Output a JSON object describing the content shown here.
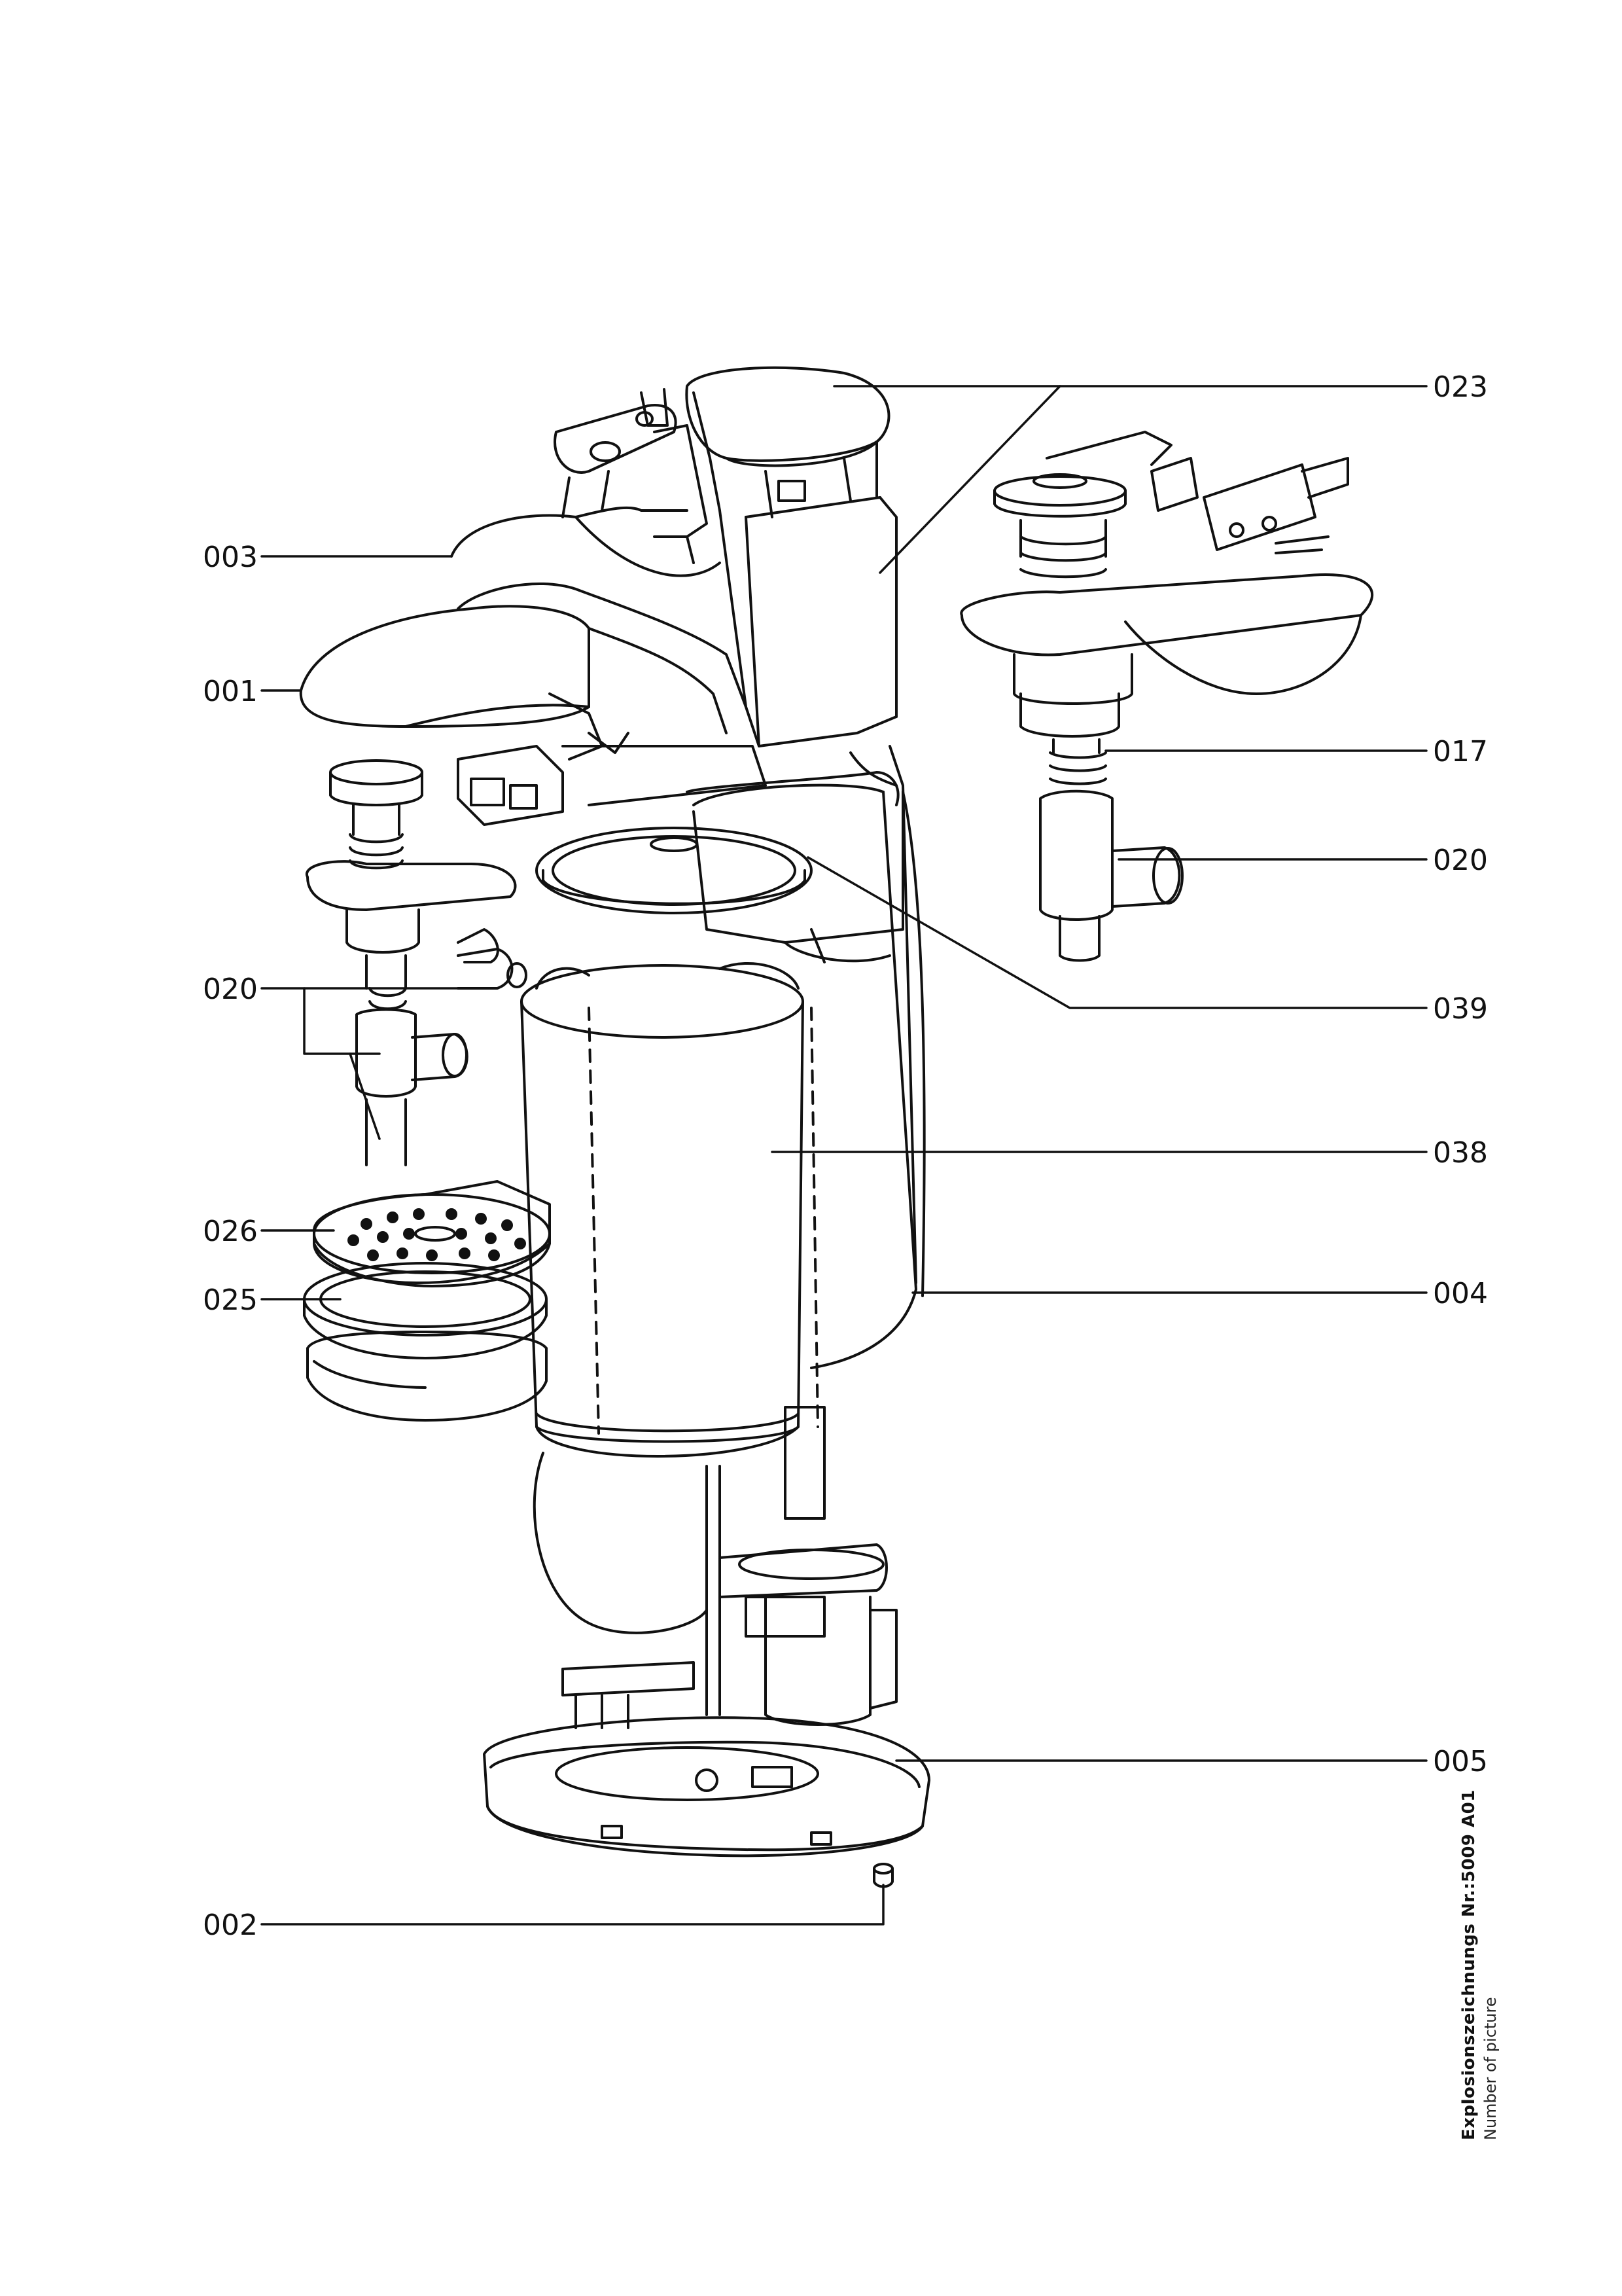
{
  "labels": {
    "l023": "023",
    "l003": "003",
    "l001": "001",
    "l017": "017",
    "l020r": "020",
    "l020l": "020",
    "l039": "039",
    "l038": "038",
    "l026": "026",
    "l004": "004",
    "l025": "025",
    "l005": "005",
    "l002": "002"
  },
  "caption": {
    "title": "Explosionszeichnungs  Nr.:5009  A01",
    "subtitle": "Number of picture"
  },
  "colors": {
    "ink": "#111111",
    "paper": "#ffffff"
  }
}
